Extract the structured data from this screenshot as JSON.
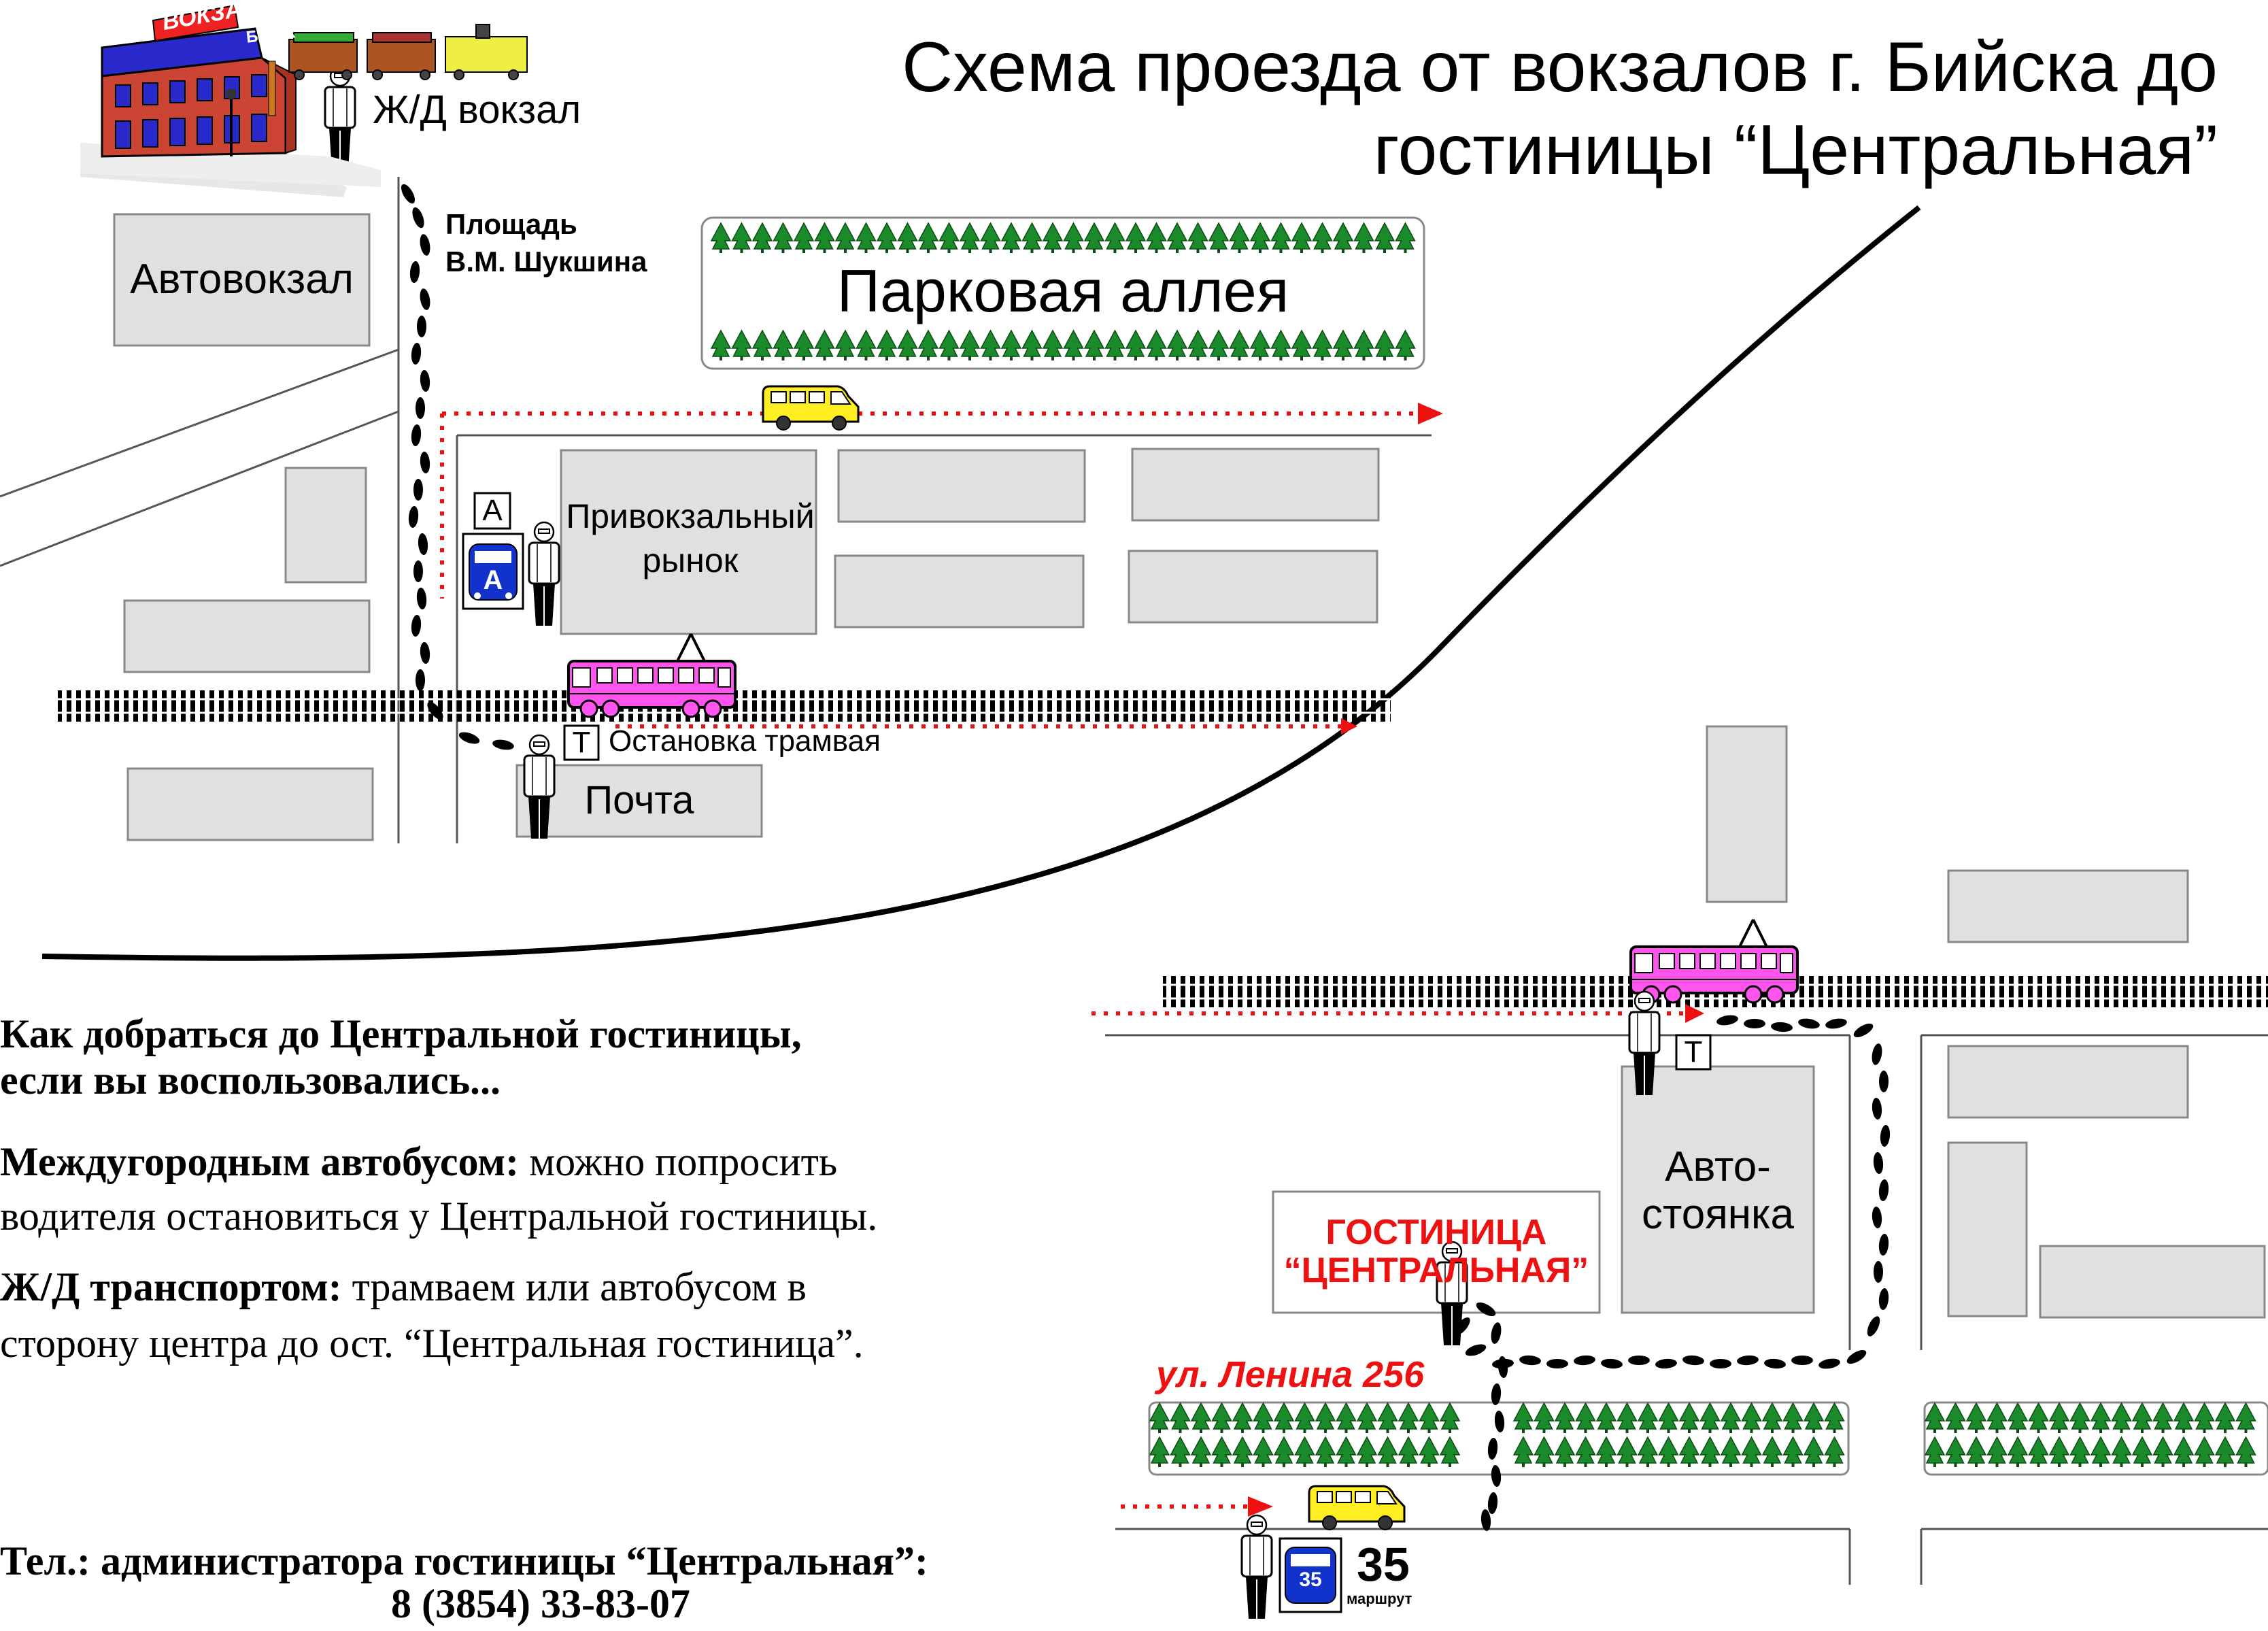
{
  "title": {
    "line1": "Схема проезда от вокзалов г. Бийска до",
    "line2": "гостиницы “Центральная”"
  },
  "station_sign": {
    "sign": "ВОКЗАЛ",
    "city": "Бийск"
  },
  "labels": {
    "railway_station": "Ж/Д вокзал",
    "square_line1": "Площадь",
    "square_line2": "В.М. Шукшина",
    "bus_station": "Автовокзал",
    "park": "Парковая аллея",
    "market_line1": "Привокзальный",
    "market_line2": "рынок",
    "bus_stop_sign": "А",
    "bus_icon_letter": "А",
    "tram_stop_sign": "Т",
    "tram_stop": "Остановка трамвая",
    "post": "Почта",
    "tram_stop_sign_2": "Т",
    "parking_line1": "Авто-",
    "parking_line2": "стоянка",
    "hotel_line1": "ГОСТИНИЦА",
    "hotel_line2": "“ЦЕНТРАЛЬНАЯ”",
    "street": "ул. Ленина 256",
    "route_number": "35",
    "route_word": "маршрут",
    "bus_icon_number": "35"
  },
  "info": {
    "heading_line1": "Как добраться до Центральной гостиницы,",
    "heading_line2": "если вы воспользовались...",
    "bus_title": "Междугородным автобусом:",
    "bus_text_1": " можно попросить",
    "bus_text_2": "водителя остановиться у Центральной гостиницы.",
    "rail_title": "Ж/Д транспортом:",
    "rail_text_1": " трамваем или автобусом в",
    "rail_text_2": "сторону центра до ост. “Центральная гостиница”.",
    "phone_label": "Тел.: администратора гостиницы “Центральная”:",
    "phone_number": "8 (3854) 33-83-07"
  },
  "colors": {
    "building_fill": "#e0e0e0",
    "route_red": "#ee1111",
    "tram_pink": "#ff55ee",
    "bus_blue": "#1133cc",
    "tree_green": "#1a8a2a",
    "minibus_yellow": "#ffee22"
  }
}
